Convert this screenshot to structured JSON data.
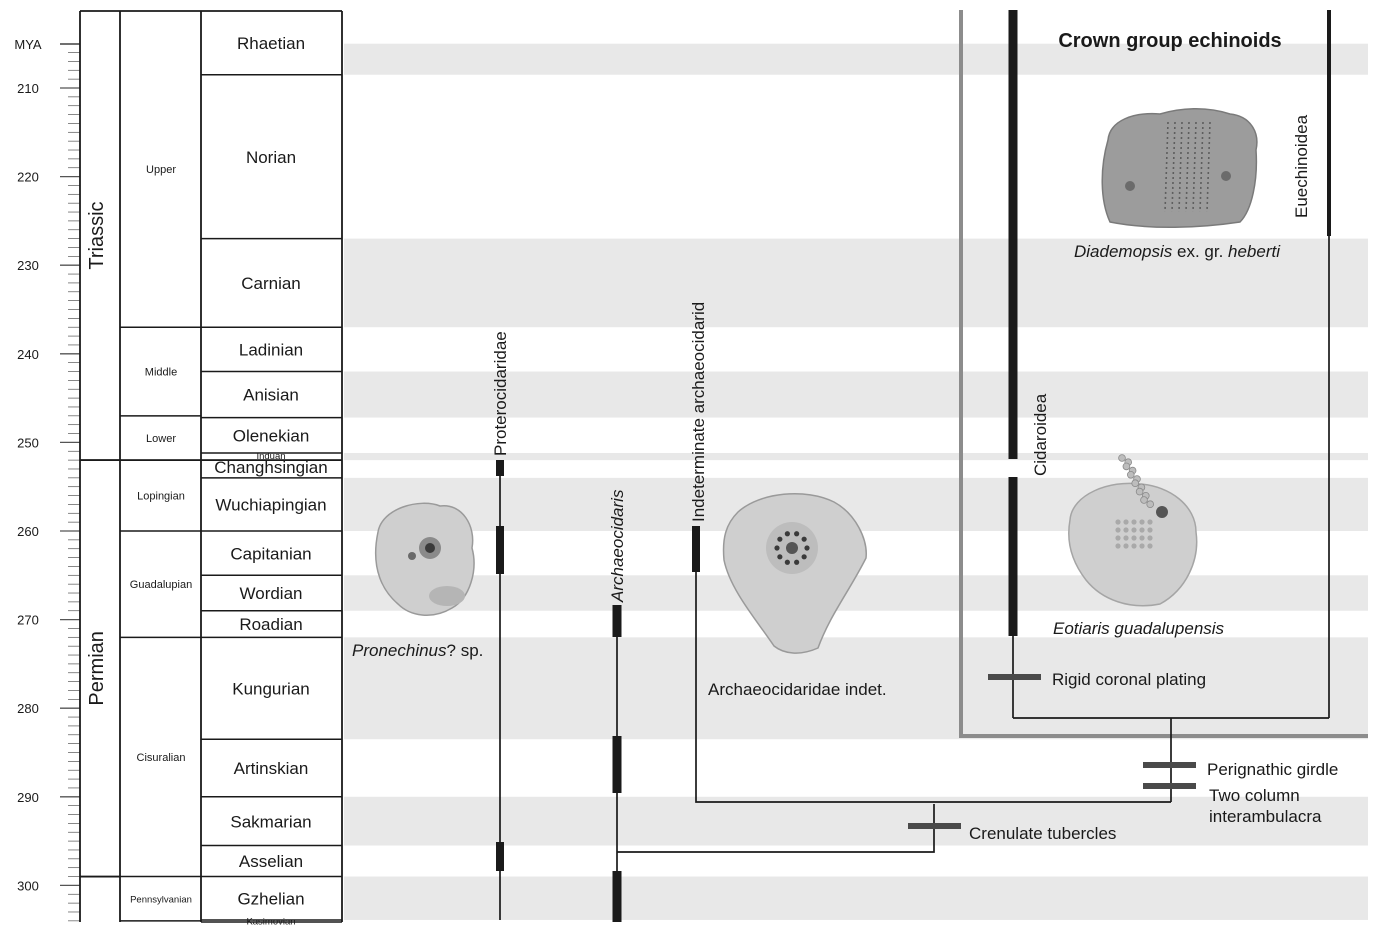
{
  "axis": {
    "unit_label": "MYA",
    "ticks": [
      210,
      220,
      230,
      240,
      250,
      260,
      270,
      280,
      290,
      300
    ]
  },
  "periods": [
    {
      "name": "Triassic",
      "start": 205,
      "end": 252
    },
    {
      "name": "Permian",
      "start": 252,
      "end": 299
    }
  ],
  "epochs": [
    {
      "name": "Upper",
      "start": 205,
      "end": 237
    },
    {
      "name": "Middle",
      "start": 237,
      "end": 247
    },
    {
      "name": "Lower",
      "start": 247,
      "end": 252
    },
    {
      "name": "Lopingian",
      "start": 252,
      "end": 260
    },
    {
      "name": "Guadalupian",
      "start": 260,
      "end": 272
    },
    {
      "name": "Cisuralian",
      "start": 272,
      "end": 299
    },
    {
      "name": "Pennsylvanian",
      "start": 299,
      "end": 304
    }
  ],
  "stages": [
    {
      "name": "Rhaetian",
      "start": 205,
      "end": 208.5,
      "shaded": true
    },
    {
      "name": "Norian",
      "start": 208.5,
      "end": 227,
      "shaded": false
    },
    {
      "name": "Carnian",
      "start": 227,
      "end": 237,
      "shaded": true
    },
    {
      "name": "Ladinian",
      "start": 237,
      "end": 242,
      "shaded": false
    },
    {
      "name": "Anisian",
      "start": 242,
      "end": 247.2,
      "shaded": true
    },
    {
      "name": "Olenekian",
      "start": 247.2,
      "end": 251.2,
      "shaded": false
    },
    {
      "name": "Induan",
      "start": 251.2,
      "end": 252,
      "shaded": true
    },
    {
      "name": "Changhsingian",
      "start": 252,
      "end": 254,
      "shaded": false
    },
    {
      "name": "Wuchiapingian",
      "start": 254,
      "end": 260,
      "shaded": true
    },
    {
      "name": "Capitanian",
      "start": 260,
      "end": 265,
      "shaded": false
    },
    {
      "name": "Wordian",
      "start": 265,
      "end": 269,
      "shaded": true
    },
    {
      "name": "Roadian",
      "start": 269,
      "end": 272,
      "shaded": false
    },
    {
      "name": "Kungurian",
      "start": 272,
      "end": 283.5,
      "shaded": true
    },
    {
      "name": "Artinskian",
      "start": 283.5,
      "end": 290,
      "shaded": false
    },
    {
      "name": "Sakmarian",
      "start": 290,
      "end": 295.5,
      "shaded": true
    },
    {
      "name": "Asselian",
      "start": 295.5,
      "end": 299,
      "shaded": false
    },
    {
      "name": "Gzhelian",
      "start": 299,
      "end": 303.9,
      "shaded": true
    },
    {
      "name": "Kasimovian",
      "start": 303.9,
      "end": 306,
      "shaded": false
    }
  ],
  "taxa": [
    {
      "name": "Proterocidaridae",
      "italic": false
    },
    {
      "name": "Archaeocidaris",
      "italic": true
    },
    {
      "name": "Indeterminate archaeocidarid",
      "italic": false
    },
    {
      "name": "Cidaroidea",
      "italic": false
    },
    {
      "name": "Euechinoidea",
      "italic": false
    }
  ],
  "characters": [
    {
      "label": "Crenulate tubercles",
      "lines": [
        "Crenulate tubercles"
      ]
    },
    {
      "label": "Perignathic girdle",
      "lines": [
        "Perignathic girdle"
      ]
    },
    {
      "label": "Two column interambulacra",
      "lines": [
        "Two column",
        "interambulacra"
      ]
    },
    {
      "label": "Rigid coronal plating",
      "lines": [
        "Rigid coronal plating"
      ]
    }
  ],
  "crown_group_title": "Crown group echinoids",
  "specimens": [
    {
      "name": "Pronechinus? sp.",
      "italic_part": "Pronechinus",
      "rest": "? sp."
    },
    {
      "name": "Archaeocidaridae indet.",
      "italic_part": "",
      "rest": "Archaeocidaridae indet."
    },
    {
      "name": "Diademopsis ex. gr. heberti",
      "italic_part": "Diademopsis",
      "rest": " ex. gr. ",
      "italic_tail": "heberti"
    },
    {
      "name": "Eotiaris guadalupensis",
      "italic_part": "Eotiaris guadalupensis",
      "rest": ""
    }
  ],
  "colors": {
    "band_shade": "#e8e8e8",
    "line": "#1a1a1a",
    "crown_box": "#8c8c8c",
    "character_bar": "#4a4a4a",
    "fossil_fill": "#cfcfcf"
  }
}
